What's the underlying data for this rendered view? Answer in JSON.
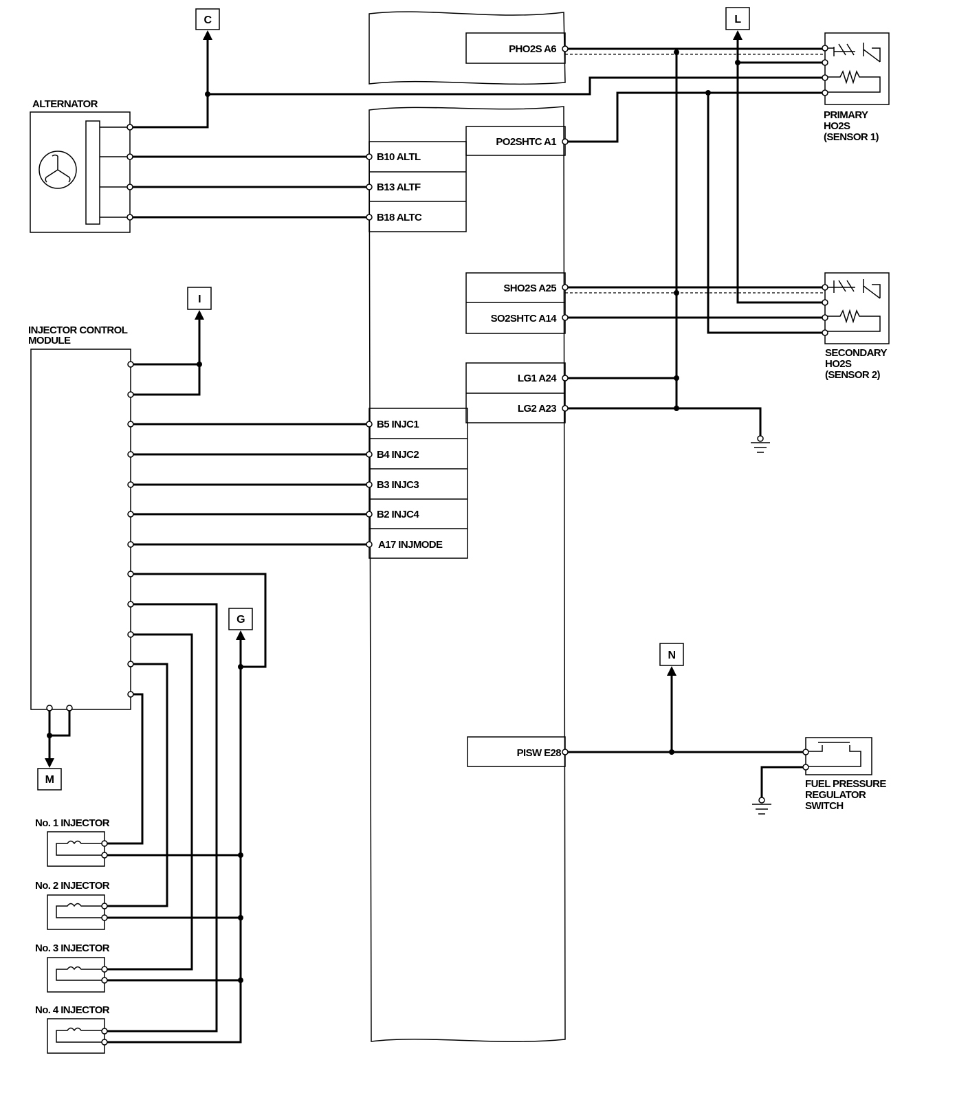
{
  "connectors": {
    "c": "C",
    "l": "L",
    "i": "I",
    "g": "G",
    "n": "N",
    "m": "M"
  },
  "components": {
    "alternator": "ALTERNATOR",
    "injector_control_module": [
      "INJECTOR CONTROL",
      "MODULE"
    ],
    "primary_ho2s": [
      "PRIMARY",
      "HO2S",
      "(SENSOR 1)"
    ],
    "secondary_ho2s": [
      "SECONDARY",
      "HO2S",
      "(SENSOR 2)"
    ],
    "fuel_pressure_regulator_switch": [
      "FUEL PRESSURE",
      "REGULATOR",
      "SWITCH"
    ],
    "injectors": [
      "No. 1 INJECTOR",
      "No. 2 INJECTOR",
      "No. 3 INJECTOR",
      "No. 4 INJECTOR"
    ]
  },
  "ecm_terminals": {
    "pho2s": "PHO2S A6",
    "po2shtc": "PO2SHTC A1",
    "alt": [
      "B10 ALTL",
      "B13 ALTF",
      "B18 ALTC"
    ],
    "sho2s": "SHO2S A25",
    "so2shtc": "SO2SHTC A14",
    "lg": [
      "LG1 A24",
      "LG2 A23"
    ],
    "inj": [
      "B5 INJC1",
      "B4 INJC2",
      "B3 INJC3",
      "B2 INJC4",
      "A17 INJMODE"
    ],
    "pisw": "PISW E28"
  },
  "colors": {
    "wire": "#000000",
    "background": "#ffffff"
  }
}
